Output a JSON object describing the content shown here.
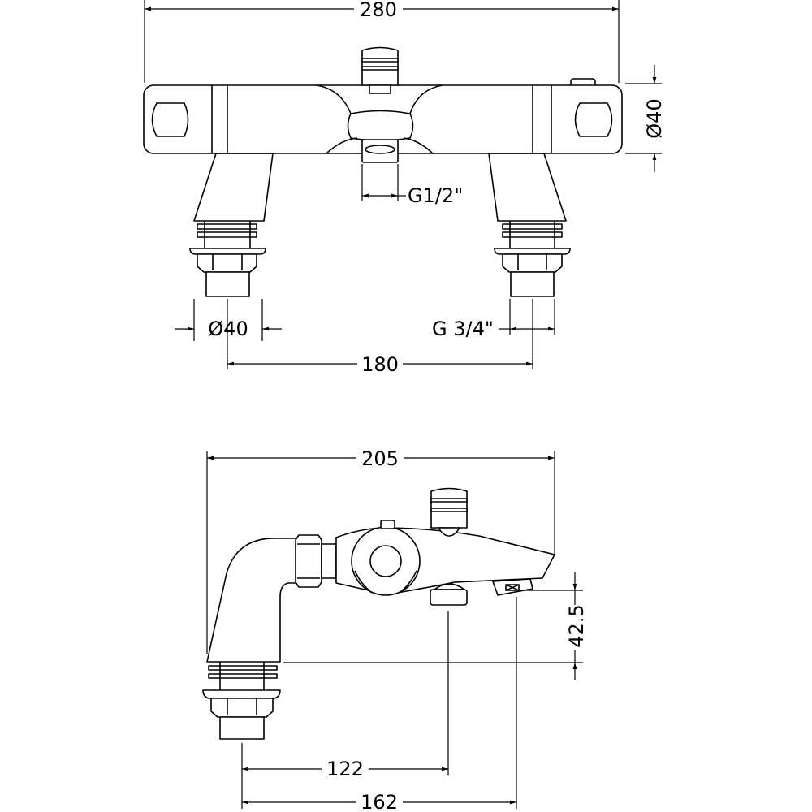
{
  "top_view": {
    "overall_width": "280",
    "body_diameter": "Ø40",
    "outlet_thread": "G1/2\"",
    "leg_diameter": "Ø40",
    "inlet_thread": "G 3/4\"",
    "centres": "180"
  },
  "side_view": {
    "depth": "205",
    "outlet_height": "42.5",
    "diverter_offset": "122",
    "spout_offset": "162"
  }
}
